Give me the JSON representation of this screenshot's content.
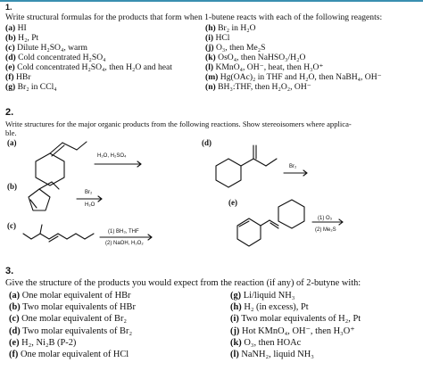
{
  "q1": {
    "number": "1.",
    "prompt": "Write structural formulas for the products that form when 1-butene reacts with each of the following reagents:",
    "left": [
      {
        "tag": "(a)",
        "text": "HI"
      },
      {
        "tag": "(b)",
        "text": "H₂, Pt"
      },
      {
        "tag": "(c)",
        "text": "Dilute H₂SO₄, warm"
      },
      {
        "tag": "(d)",
        "text": "Cold concentrated H₂SO₄"
      },
      {
        "tag": "(e)",
        "text": "Cold concentrated H₂SO₄, then H₂O and heat"
      },
      {
        "tag": "(f)",
        "text": "HBr"
      },
      {
        "tag": "(g)",
        "text": "Br₂ in CCl₄"
      }
    ],
    "right": [
      {
        "tag": "(h)",
        "text": "Br₂ in H₂O"
      },
      {
        "tag": "(i)",
        "text": "HCl"
      },
      {
        "tag": "(j)",
        "text": "O₃, then Me₂S"
      },
      {
        "tag": "(k)",
        "text": "OsO₄, then NaHSO₃/H₂O"
      },
      {
        "tag": "(l)",
        "text": "KMnO₄, OH⁻, heat, then H₃O⁺"
      },
      {
        "tag": "(m)",
        "text": "Hg(OAc)₂ in THF and H₂O, then NaBH₄, OH⁻"
      },
      {
        "tag": "(n)",
        "text": "BH₃:THF, then H₂O₂, OH⁻"
      }
    ]
  },
  "q2": {
    "number": "2.",
    "prompt_line1": "Write structures for the major organic products from the following reactions. Show stereoisomers where applica-",
    "prompt_line2": "ble.",
    "labels": {
      "a": "(a)",
      "b": "(b)",
      "c": "(c)",
      "d": "(d)",
      "e": "(e)"
    },
    "reagents": {
      "a": "H₂O, H₂SO₄",
      "b_top": "Br₂",
      "b_bottom": "H₂O",
      "c_top": "(1) BH₃, THF",
      "c_bottom": "(2) NaOH, H₂O₂",
      "d": "Br₂",
      "e_top": "(1) O₃",
      "e_bottom": "(2) Me₂S"
    }
  },
  "q3": {
    "number": "3.",
    "prompt": "Give the structure of the products you would expect from the reaction (if any) of 2-butyne with:",
    "left": [
      {
        "tag": "(a)",
        "text": "One molar equivalent of HBr"
      },
      {
        "tag": "(b)",
        "text": "Two molar equivalents of HBr"
      },
      {
        "tag": "(c)",
        "text": "One molar equivalent of Br₂"
      },
      {
        "tag": "(d)",
        "text": "Two molar equivalents of Br₂"
      },
      {
        "tag": "(e)",
        "text": "H₂, Ni₂B (P-2)"
      },
      {
        "tag": "(f)",
        "text": "One molar equivalent of HCl"
      }
    ],
    "right": [
      {
        "tag": "(g)",
        "text": "Li/liquid NH₃"
      },
      {
        "tag": "(h)",
        "text": "H₂ (in excess), Pt"
      },
      {
        "tag": "(i)",
        "text": "Two molar equivalents of H₂, Pt"
      },
      {
        "tag": "(j)",
        "text": "Hot KMnO₄, OH⁻, then H₃O⁺"
      },
      {
        "tag": "(k)",
        "text": "O₃, then HOAc"
      },
      {
        "tag": "(l)",
        "text": "NaNH₂, liquid NH₃"
      }
    ]
  }
}
